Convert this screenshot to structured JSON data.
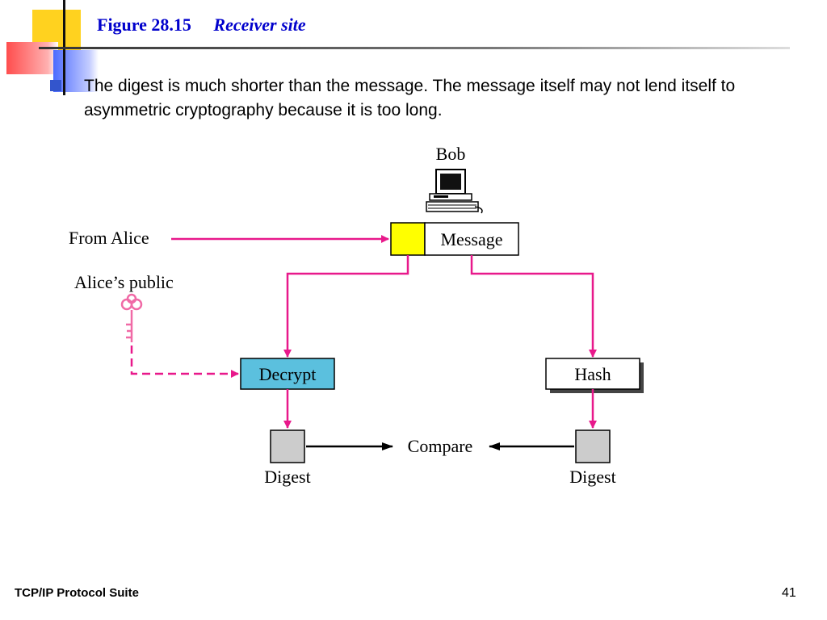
{
  "slide": {
    "figure_number": "Figure 28.15",
    "figure_title": "Receiver site",
    "bullet": "The digest is much shorter than the message.  The message itself may not lend itself to asymmetric cryptography because it is too long.",
    "footer": "TCP/IP Protocol Suite",
    "page": "41"
  },
  "diagram": {
    "bob_label": "Bob",
    "from_label": "From Alice",
    "key_label": "Alice’s public",
    "message_label": "Message",
    "decrypt_label": "Decrypt",
    "hash_label": "Hash",
    "compare_label": "Compare",
    "digest_left_label": "Digest",
    "digest_right_label": "Digest",
    "colors": {
      "arrow": "#e8198b",
      "signature_box": "#ffff00",
      "decrypt_box": "#5bc0de",
      "digest_box": "#cccccc",
      "key": "#f06aa6"
    }
  }
}
